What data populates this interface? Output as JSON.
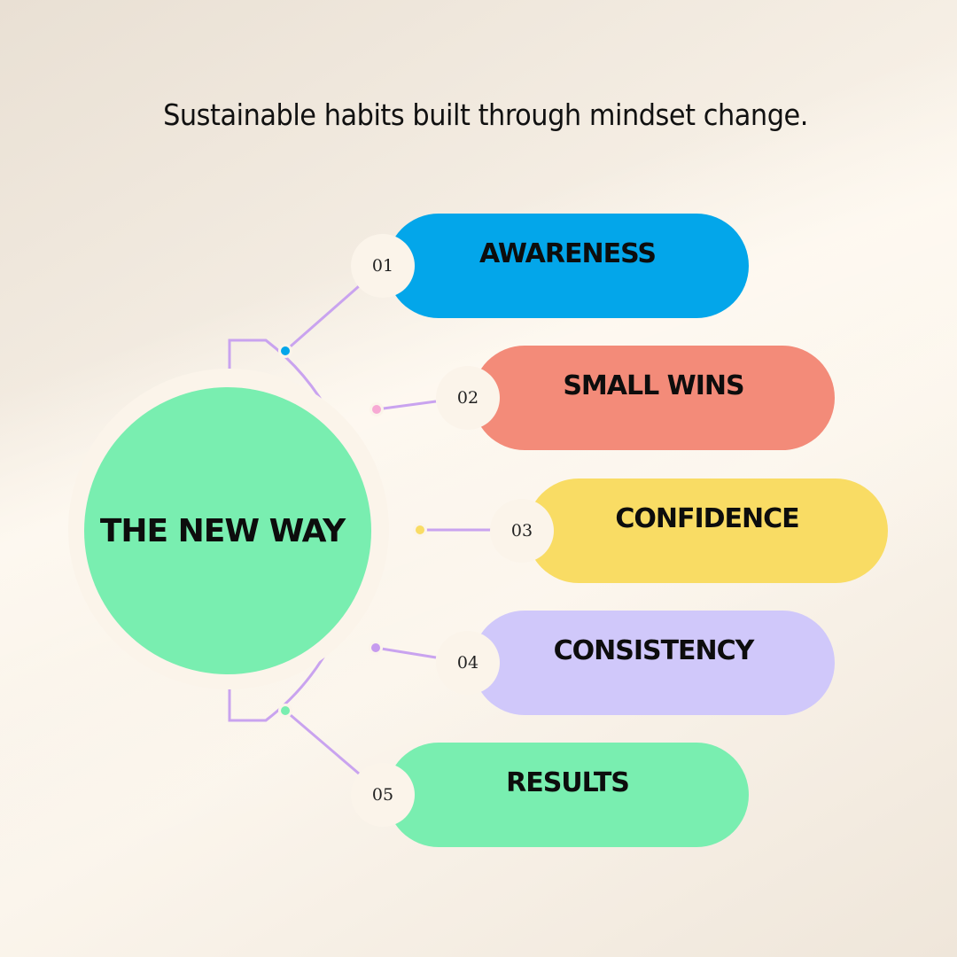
{
  "subtitle": "Sustainable habits built through mindset change.",
  "hub": {
    "label": "THE NEW WAY",
    "color": "#79eeb0"
  },
  "line_color": "#c9a3ef",
  "steps": [
    {
      "number": "01",
      "label": "AWARENESS",
      "color": "#03a6ea",
      "dot_color": "#03a6ea"
    },
    {
      "number": "02",
      "label": "SMALL WINS",
      "color": "#f38b79",
      "dot_color": "#f7a9d4"
    },
    {
      "number": "03",
      "label": "CONFIDENCE",
      "color": "#f9dc64",
      "dot_color": "#f9dc64"
    },
    {
      "number": "04",
      "label": "CONSISTENCY",
      "color": "#d0c8fa",
      "dot_color": "#c69bef"
    },
    {
      "number": "05",
      "label": "RESULTS",
      "color": "#79eeb0",
      "dot_color": "#79eeb0"
    }
  ]
}
